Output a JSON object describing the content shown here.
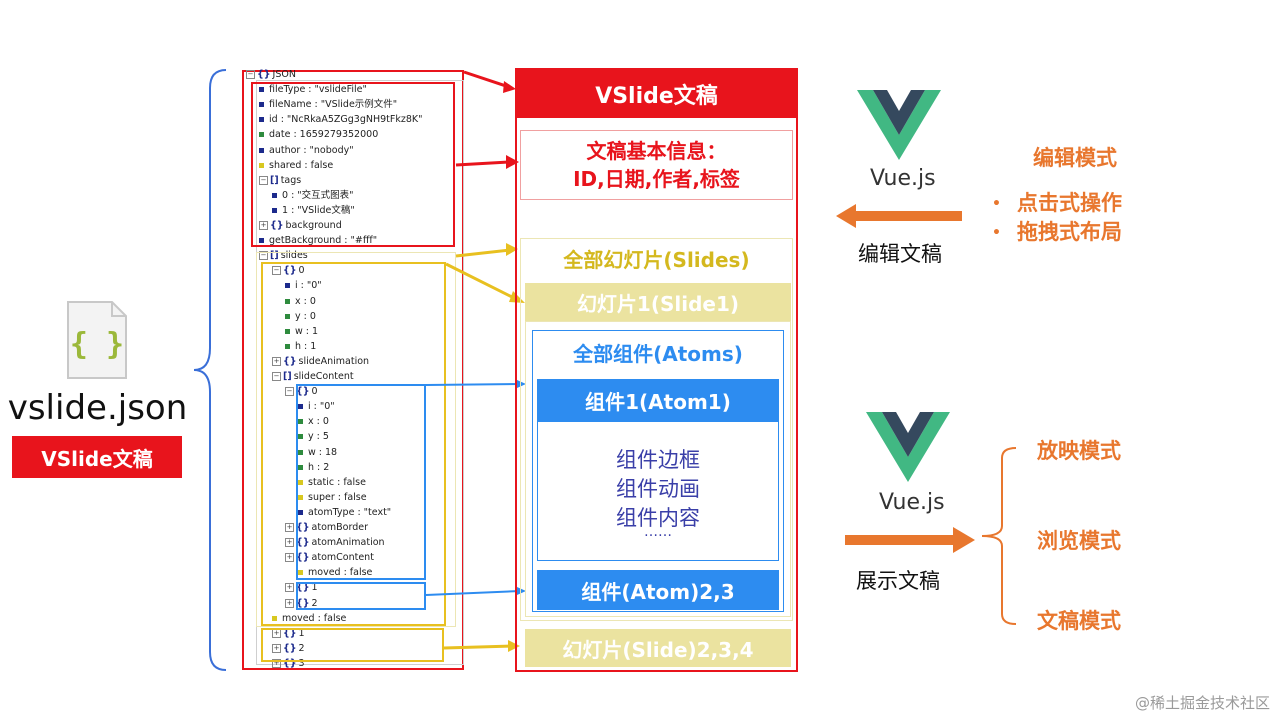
{
  "left_file": {
    "icon": "json-file-icon",
    "icon_glyph": "{ }",
    "name": "vslide.json",
    "badge": "VSlide文稿"
  },
  "tree": {
    "lines": [
      {
        "t": "JSON",
        "kind": "obj",
        "level": 0
      },
      {
        "t": "fileType : \"vslideFile\"",
        "kind": "leaf",
        "level": 1,
        "c": "b"
      },
      {
        "t": "fileName : \"VSlide示例文件\"",
        "kind": "leaf",
        "level": 1,
        "c": "b"
      },
      {
        "t": "id : \"NcRkaA5ZGg3gNH9tFkz8K\"",
        "kind": "leaf",
        "level": 1,
        "c": "b"
      },
      {
        "t": "date : 1659279352000",
        "kind": "leaf",
        "level": 1,
        "c": "g"
      },
      {
        "t": "author : \"nobody\"",
        "kind": "leaf",
        "level": 1,
        "c": "b"
      },
      {
        "t": "shared : false",
        "kind": "leaf",
        "level": 1,
        "c": "y"
      },
      {
        "t": "tags",
        "kind": "arr",
        "level": 1
      },
      {
        "t": "0 : \"交互式图表\"",
        "kind": "leaf",
        "level": 2,
        "c": "b"
      },
      {
        "t": "1 : \"VSlide文稿\"",
        "kind": "leaf",
        "level": 2,
        "c": "b"
      },
      {
        "t": "background",
        "kind": "obj",
        "level": 1
      },
      {
        "t": "getBackground : \"#fff\"",
        "kind": "leaf",
        "level": 1,
        "c": "b"
      },
      {
        "t": "slides",
        "kind": "arr",
        "level": 1
      },
      {
        "t": "0",
        "kind": "obj",
        "level": 2
      },
      {
        "t": "i : \"0\"",
        "kind": "leaf",
        "level": 3,
        "c": "b"
      },
      {
        "t": "x : 0",
        "kind": "leaf",
        "level": 3,
        "c": "g"
      },
      {
        "t": "y : 0",
        "kind": "leaf",
        "level": 3,
        "c": "g"
      },
      {
        "t": "w : 1",
        "kind": "leaf",
        "level": 3,
        "c": "g"
      },
      {
        "t": "h : 1",
        "kind": "leaf",
        "level": 3,
        "c": "g"
      },
      {
        "t": "slideAnimation",
        "kind": "obj",
        "level": 2
      },
      {
        "t": "slideContent",
        "kind": "arr",
        "level": 2
      },
      {
        "t": "0",
        "kind": "obj",
        "level": 3
      },
      {
        "t": "i : \"0\"",
        "kind": "leaf",
        "level": 4,
        "c": "b"
      },
      {
        "t": "x : 0",
        "kind": "leaf",
        "level": 4,
        "c": "g"
      },
      {
        "t": "y : 5",
        "kind": "leaf",
        "level": 4,
        "c": "g"
      },
      {
        "t": "w : 18",
        "kind": "leaf",
        "level": 4,
        "c": "g"
      },
      {
        "t": "h : 2",
        "kind": "leaf",
        "level": 4,
        "c": "g"
      },
      {
        "t": "static : false",
        "kind": "leaf",
        "level": 4,
        "c": "y"
      },
      {
        "t": "super : false",
        "kind": "leaf",
        "level": 4,
        "c": "y"
      },
      {
        "t": "atomType : \"text\"",
        "kind": "leaf",
        "level": 4,
        "c": "b"
      },
      {
        "t": "atomBorder",
        "kind": "obj",
        "level": 3
      },
      {
        "t": "atomAnimation",
        "kind": "obj",
        "level": 3
      },
      {
        "t": "atomContent",
        "kind": "obj",
        "level": 3
      },
      {
        "t": "moved : false",
        "kind": "leaf",
        "level": 4,
        "c": "y"
      },
      {
        "t": "1",
        "kind": "obj",
        "level": 3
      },
      {
        "t": "2",
        "kind": "obj",
        "level": 3
      },
      {
        "t": "moved : false",
        "kind": "leaf",
        "level": 2,
        "c": "y"
      },
      {
        "t": "1",
        "kind": "obj",
        "level": 2
      },
      {
        "t": "2",
        "kind": "obj",
        "level": 2
      },
      {
        "t": "3",
        "kind": "obj",
        "level": 2
      }
    ]
  },
  "panel": {
    "title": "VSlide文稿",
    "basic_line1": "文稿基本信息：",
    "basic_line2": "ID,日期,作者,标签",
    "slides_label": "全部幻灯片(Slides)",
    "slide1_label": "幻灯片1(Slide1)",
    "atoms_label": "全部组件(Atoms)",
    "atom1_label": "组件1(Atom1)",
    "atom1_items": [
      "组件边框",
      "组件动画",
      "组件内容",
      "……"
    ],
    "atom23_label": "组件(Atom)2,3",
    "slide234_label": "幻灯片(Slide)2,3,4"
  },
  "right_top": {
    "vue_text": "Vue.js",
    "mode_title": "编辑模式",
    "bullets": [
      "点击式操作",
      "拖拽式布局"
    ],
    "arrow_caption": "编辑文稿"
  },
  "right_bottom": {
    "vue_text": "Vue.js",
    "arrow_caption": "展示文稿",
    "modes": [
      "放映模式",
      "浏览模式",
      "文稿模式"
    ]
  },
  "watermark": "@稀土掘金技术社区",
  "colors": {
    "red": "#e8141c",
    "yellow": "#e8c020",
    "blue": "#2d8cf0",
    "orange": "#e8772e",
    "vue_green": "#41b883",
    "vue_dark": "#35495e"
  }
}
